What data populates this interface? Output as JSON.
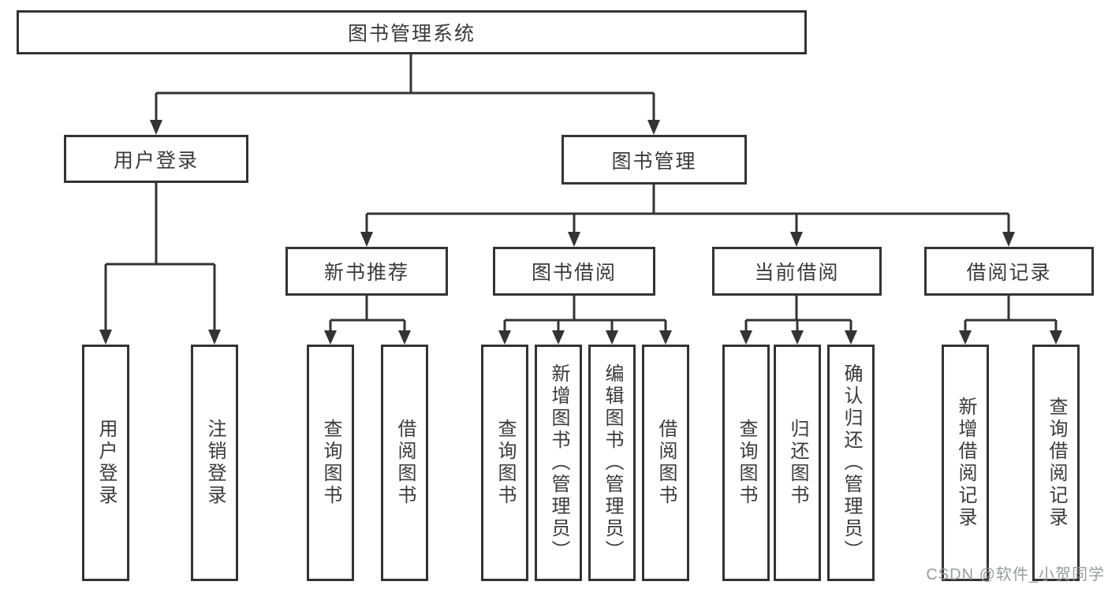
{
  "diagram": {
    "type": "hierarchy-flowchart",
    "nodes": {
      "root": "图书管理系统",
      "user_login": "用户登录",
      "book_mgmt": "图书管理",
      "new_book_rec": "新书推荐",
      "book_borrow": "图书借阅",
      "current_borrow": "当前借阅",
      "borrow_records": "借阅记录"
    },
    "leaves": {
      "user_login": [
        "用户登录",
        "注销登录"
      ],
      "new_book_rec": [
        "查询图书",
        "借阅图书"
      ],
      "book_borrow": [
        "查询图书",
        "新增图书（管理员）",
        "编辑图书（管理员）",
        "借阅图书"
      ],
      "current_borrow": [
        "查询图书",
        "归还图书",
        "确认归还（管理员）"
      ],
      "borrow_records": [
        "新增借阅记录",
        "查询借阅记录"
      ]
    },
    "hierarchy": {
      "图书管理系统": {
        "用户登录": [
          "用户登录",
          "注销登录"
        ],
        "图书管理": {
          "新书推荐": [
            "查询图书",
            "借阅图书"
          ],
          "图书借阅": [
            "查询图书",
            "新增图书（管理员）",
            "编辑图书（管理员）",
            "借阅图书"
          ],
          "当前借阅": [
            "查询图书",
            "归还图书",
            "确认归还（管理员）"
          ],
          "借阅记录": [
            "新增借阅记录",
            "查询借阅记录"
          ]
        }
      }
    },
    "watermark": "CSDN @软件_小贺同学",
    "colors": {
      "line": "#333333",
      "box_border": "#333333",
      "text": "#3a3a3a",
      "watermark": "#94969a",
      "background": "#ffffff"
    }
  }
}
